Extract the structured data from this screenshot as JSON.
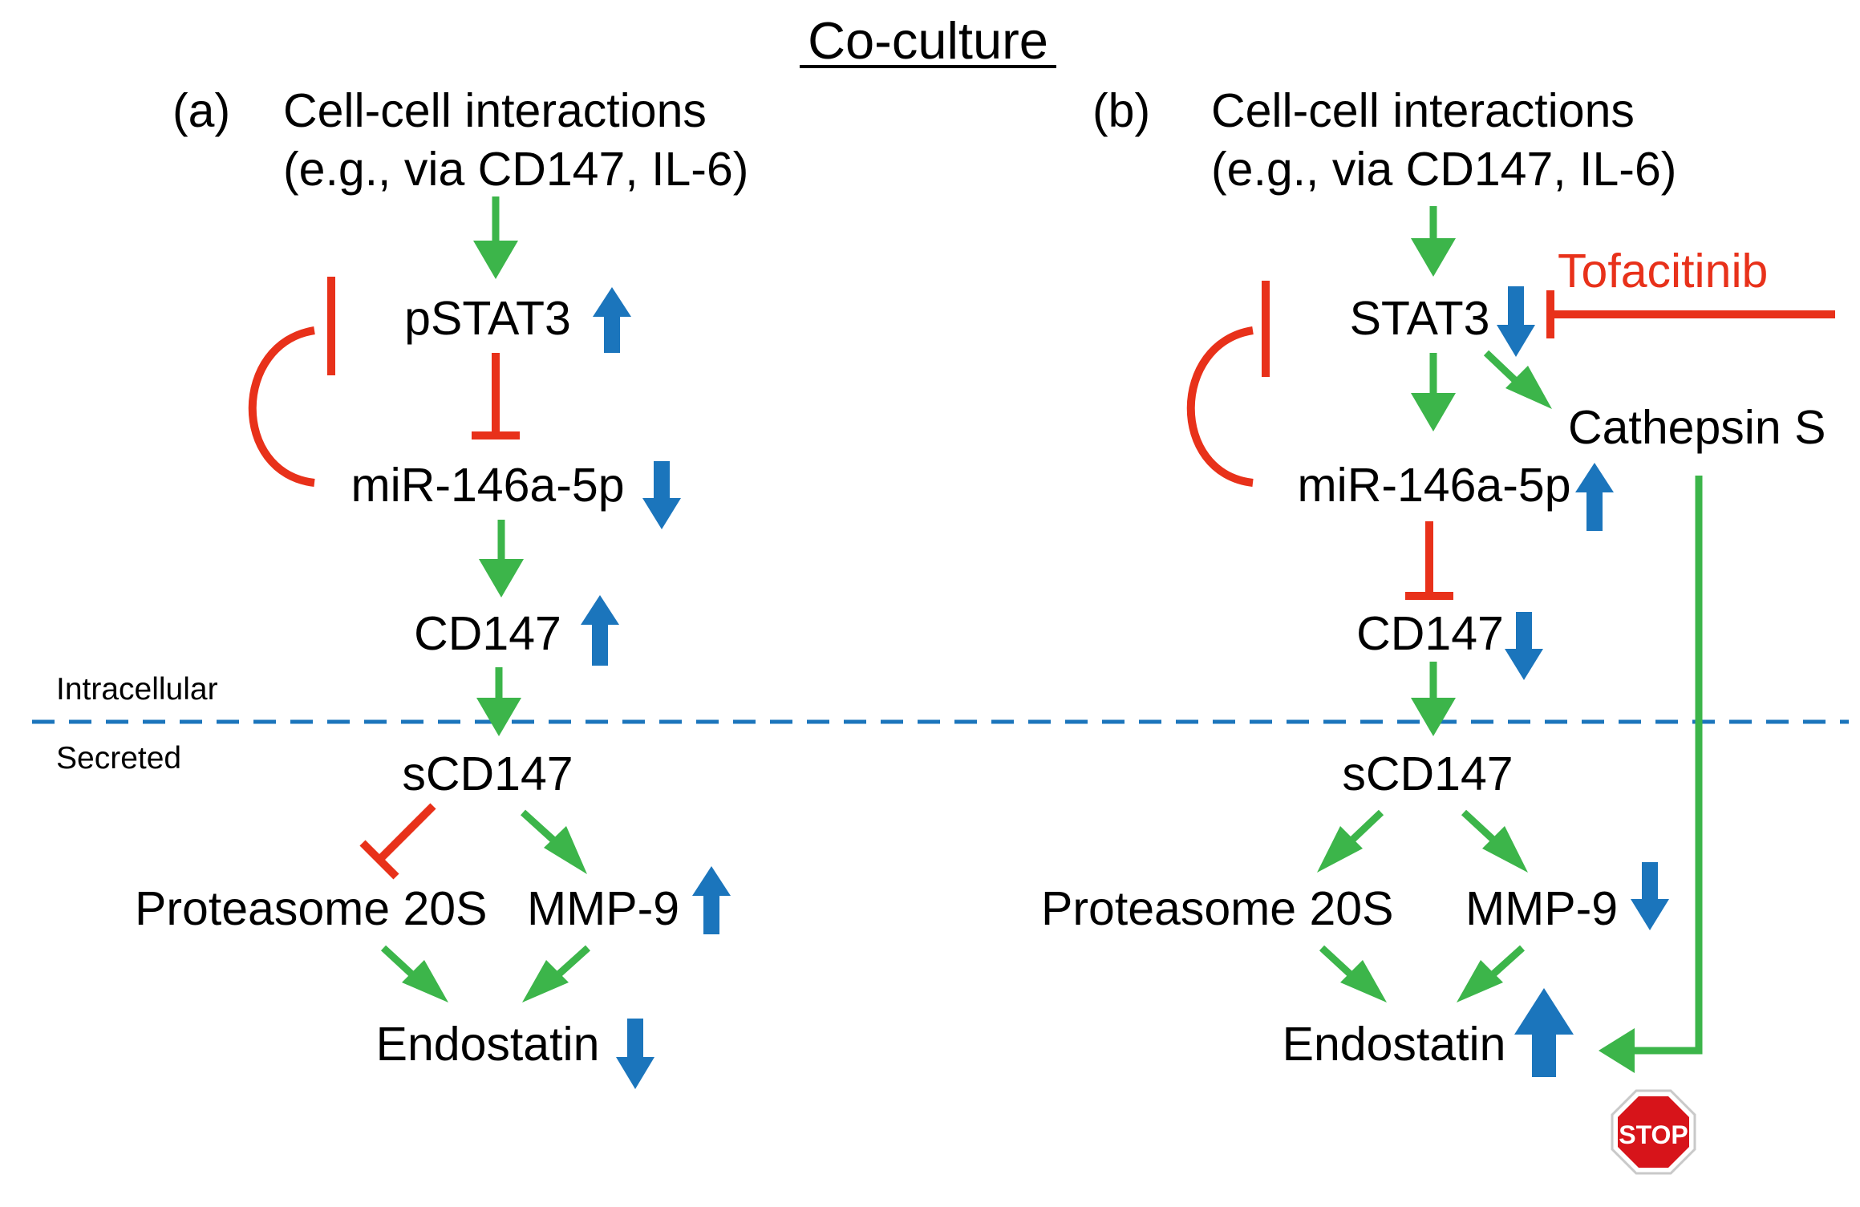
{
  "title": "Co-culture",
  "colors": {
    "activation": "#3cb54a",
    "inhibition": "#e8311a",
    "change": "#1b75bc",
    "membrane": "#1b75bc",
    "stop_sign": "#d7141a"
  },
  "membrane": {
    "upper_label": "Intracellular",
    "lower_label": "Secreted"
  },
  "panel_a": {
    "label": "(a)",
    "stimulus_line1": "Cell-cell interactions",
    "stimulus_line2": "(e.g., via CD147, IL-6)",
    "stat3": "pSTAT3",
    "stat3_change": "up",
    "mir": "miR-146a-5p",
    "mir_change": "down",
    "cd147": "CD147",
    "cd147_change": "up",
    "scd147": "sCD147",
    "proteasome": "Proteasome 20S",
    "mmp9": "MMP-9",
    "mmp9_change": "up",
    "endostatin": "Endostatin",
    "endostatin_change": "down"
  },
  "panel_b": {
    "label": "(b)",
    "stimulus_line1": "Cell-cell interactions",
    "stimulus_line2": "(e.g., via CD147, IL-6)",
    "drug": "Tofacitinib",
    "stat3": "STAT3",
    "stat3_change": "down",
    "cathepsin": "Cathepsin S",
    "mir": "miR-146a-5p",
    "mir_change": "up",
    "cd147": "CD147",
    "cd147_change": "down",
    "scd147": "sCD147",
    "proteasome": "Proteasome 20S",
    "mmp9": "MMP-9",
    "mmp9_change": "down",
    "endostatin": "Endostatin",
    "endostatin_change": "up",
    "stop_sign": "STOP"
  }
}
